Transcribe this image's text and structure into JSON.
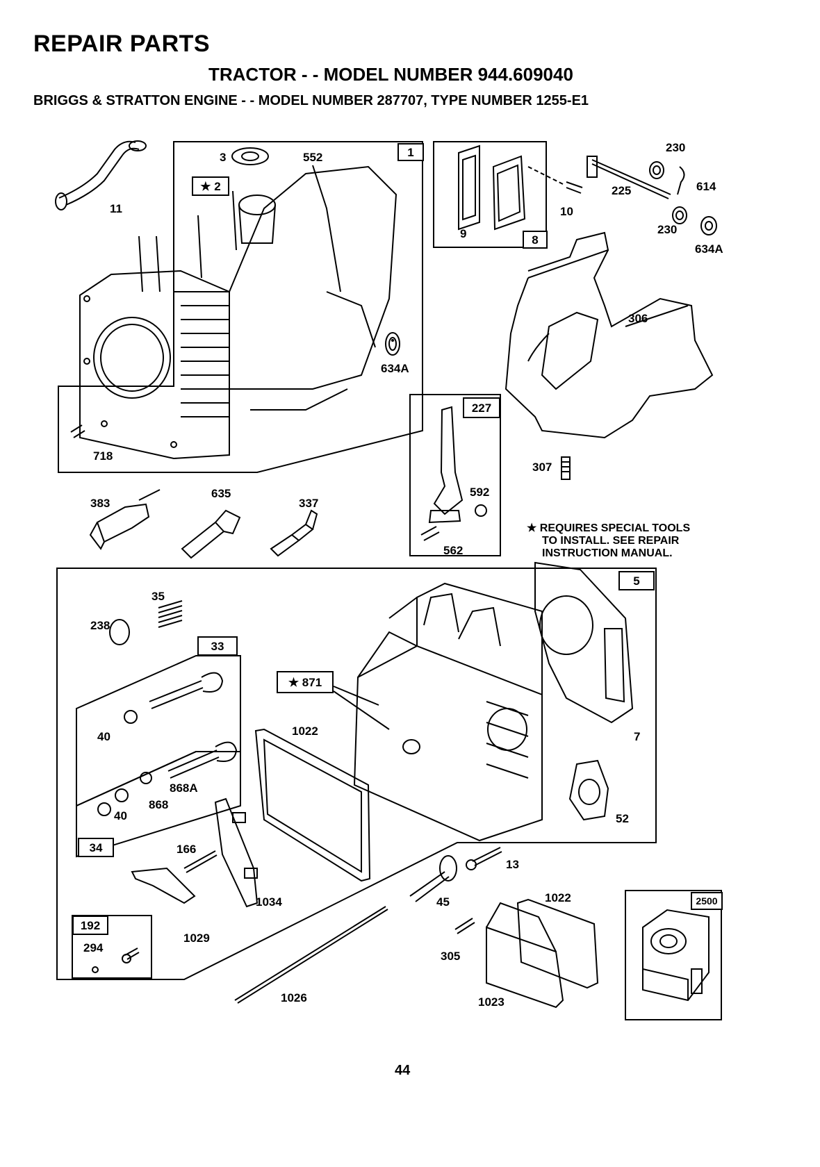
{
  "header": {
    "title": "REPAIR PARTS",
    "subtitle": "TRACTOR - - MODEL NUMBER 944.609040",
    "engine_line": "BRIGGS & STRATTON ENGINE - - MODEL NUMBER 287707, TYPE NUMBER 1255-E1"
  },
  "boxes": {
    "b1": "1",
    "b2": "★ 2",
    "b8": "8",
    "b227": "227",
    "b5": "5",
    "b33": "33",
    "b34": "34",
    "b871": "★ 871",
    "b192": "192",
    "b2500": "2500"
  },
  "labels": {
    "p3": "3",
    "p552": "552",
    "p11": "11",
    "p634A_1": "634A",
    "p718": "718",
    "p9": "9",
    "p10": "10",
    "p230_top": "230",
    "p225": "225",
    "p614": "614",
    "p230_bot": "230",
    "p634A_2": "634A",
    "p306": "306",
    "p307": "307",
    "p383": "383",
    "p635": "635",
    "p337": "337",
    "p592": "592",
    "p562": "562",
    "p35": "35",
    "p238": "238",
    "p40a": "40",
    "p1022a": "1022",
    "p7": "7",
    "p868A": "868A",
    "p868": "868",
    "p40b": "40",
    "p52": "52",
    "p166": "166",
    "p13": "13",
    "p1034": "1034",
    "p45": "45",
    "p1022b": "1022",
    "p1029": "1029",
    "p294": "294",
    "p305": "305",
    "p1026": "1026",
    "p1023": "1023"
  },
  "note": {
    "line1": "★ REQUIRES SPECIAL TOOLS",
    "line2": "TO INSTALL.  SEE REPAIR",
    "line3": "INSTRUCTION MANUAL."
  },
  "footer": {
    "page_number": "44"
  }
}
